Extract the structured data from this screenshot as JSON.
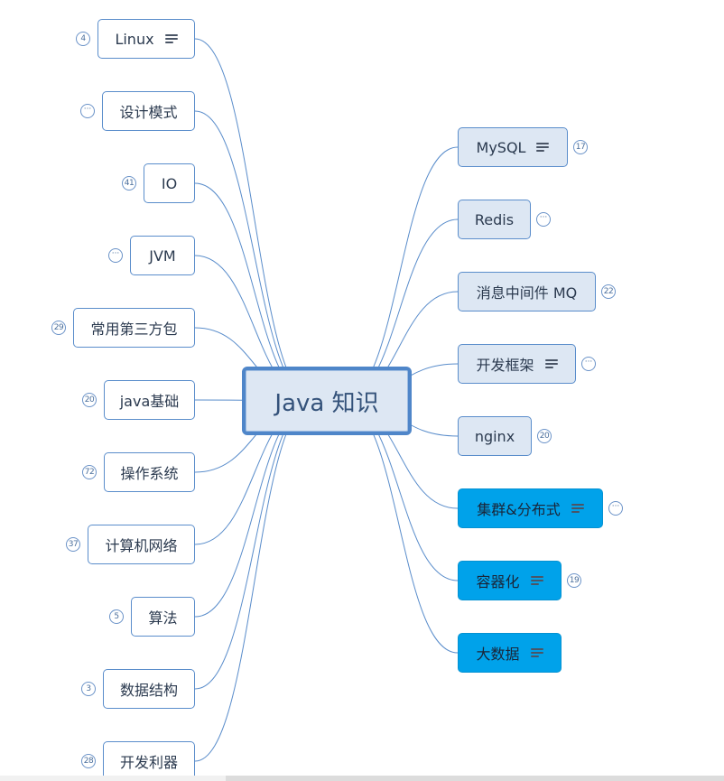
{
  "root": {
    "label": "Java 知识"
  },
  "left_topics": [
    {
      "label": "Linux",
      "has_note": true,
      "badge": "4"
    },
    {
      "label": "设计模式",
      "has_note": false,
      "badge": "···"
    },
    {
      "label": "IO",
      "has_note": false,
      "badge": "41"
    },
    {
      "label": "JVM",
      "has_note": false,
      "badge": "···"
    },
    {
      "label": "常用第三方包",
      "has_note": false,
      "badge": "29"
    },
    {
      "label": "java基础",
      "has_note": false,
      "badge": "20"
    },
    {
      "label": "操作系统",
      "has_note": false,
      "badge": "72"
    },
    {
      "label": "计算机网络",
      "has_note": false,
      "badge": "37"
    },
    {
      "label": "算法",
      "has_note": false,
      "badge": "5"
    },
    {
      "label": "数据结构",
      "has_note": false,
      "badge": "3"
    },
    {
      "label": "开发利器",
      "has_note": false,
      "badge": "28"
    }
  ],
  "right_topics": [
    {
      "label": "MySQL",
      "has_note": true,
      "badge": "17",
      "highlight": false
    },
    {
      "label": "Redis",
      "has_note": false,
      "badge": "···",
      "highlight": false
    },
    {
      "label": "消息中间件 MQ",
      "has_note": false,
      "badge": "22",
      "highlight": false
    },
    {
      "label": "开发框架",
      "has_note": true,
      "badge": "···",
      "highlight": false
    },
    {
      "label": "nginx",
      "has_note": false,
      "badge": "20",
      "highlight": false
    },
    {
      "label": "集群&分布式",
      "has_note": true,
      "badge": "···",
      "highlight": true
    },
    {
      "label": "容器化",
      "has_note": true,
      "badge": "19",
      "highlight": true
    },
    {
      "label": "大数据",
      "has_note": true,
      "badge": "",
      "highlight": true
    }
  ],
  "colors": {
    "line": "#5a8dcb",
    "node_border": "#5a8dcb",
    "right_fill": "#dde7f3",
    "highlight_fill": "#00a2ea",
    "root_border": "#4f86c9"
  },
  "icons": {
    "note": "note-lines-icon",
    "collapse": "collapse-dots-icon"
  }
}
